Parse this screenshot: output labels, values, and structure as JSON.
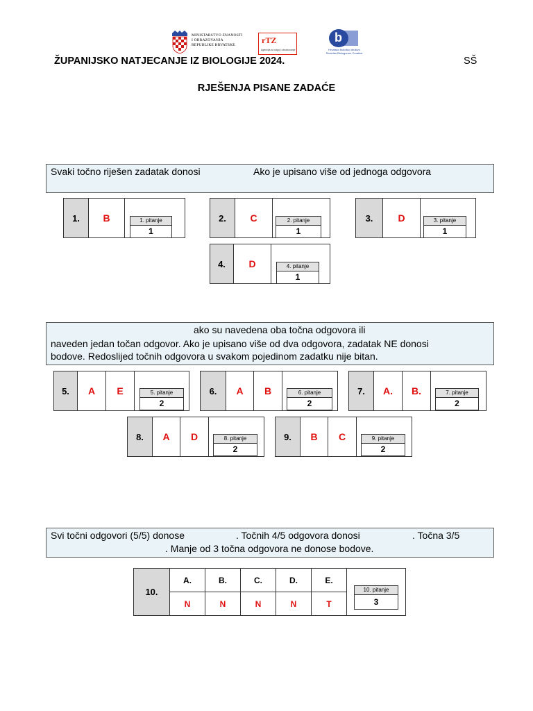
{
  "header": {
    "ministry_lines": [
      "MINISTARSTVO ZNANOSTI",
      "I OBRAZOVANJA",
      "REPUBLIKE HRVATSKE"
    ],
    "azoo_mark": "rTZ",
    "azoo_text": "Agencija za odgoj i obrazovanje",
    "hbd_mark": "b",
    "hbd_lines": [
      "Hrvatsko biološko društvo",
      "Societas Biologorum Croatica"
    ],
    "title": "ŽUPANIJSKO NATJECANJE IZ BIOLOGIJE 2024.",
    "level": "SŠ",
    "subtitle": "RJEŠENJA PISANE ZADAĆE"
  },
  "notes": {
    "section1": {
      "left": "Svaki točno riješen zadatak donosi",
      "right": "Ako je upisano više od jednoga odgovora"
    },
    "section2": {
      "line1": "ako su navedena oba točna odgovora ili",
      "line2": "naveden jedan točan odgovor. Ako je upisano više od dva odgovora, zadatak NE donosi",
      "line3": "bodove. Redoslijed točnih odgovora u svakom pojedinom zadatku nije bitan."
    },
    "section3": {
      "line1a": "Svi točni odgovori (5/5) donose",
      "line1b": ". Točnih 4/5 odgovora donosi",
      "line1c": ". Točna 3/5",
      "line2": ". Manje od 3 točna odgovora ne donose bodove."
    }
  },
  "tasks": [
    {
      "num": "1.",
      "answers": [
        "B"
      ],
      "label": "1. pitanje",
      "points": "1"
    },
    {
      "num": "2.",
      "answers": [
        "C"
      ],
      "label": "2. pitanje",
      "points": "1"
    },
    {
      "num": "3.",
      "answers": [
        "D"
      ],
      "label": "3. pitanje",
      "points": "1"
    },
    {
      "num": "4.",
      "answers": [
        "D"
      ],
      "label": "4. pitanje",
      "points": "1"
    },
    {
      "num": "5.",
      "answers": [
        "A",
        "E"
      ],
      "label": "5. pitanje",
      "points": "2"
    },
    {
      "num": "6.",
      "answers": [
        "A",
        "B"
      ],
      "label": "6. pitanje",
      "points": "2"
    },
    {
      "num": "7.",
      "answers": [
        "A.",
        "B."
      ],
      "label": "7. pitanje",
      "points": "2"
    },
    {
      "num": "8.",
      "answers": [
        "A",
        "D"
      ],
      "label": "8. pitanje",
      "points": "2"
    },
    {
      "num": "9.",
      "answers": [
        "B",
        "C"
      ],
      "label": "9. pitanje",
      "points": "2"
    }
  ],
  "task10": {
    "num": "10.",
    "headers": [
      "A.",
      "B.",
      "C.",
      "D.",
      "E."
    ],
    "values": [
      "N",
      "N",
      "N",
      "N",
      "T"
    ],
    "label": "10. pitanje",
    "points": "3"
  },
  "colors": {
    "answer": "#e01010",
    "note_bg": "#eaf4f8",
    "number_bg": "#d9d9d9"
  }
}
